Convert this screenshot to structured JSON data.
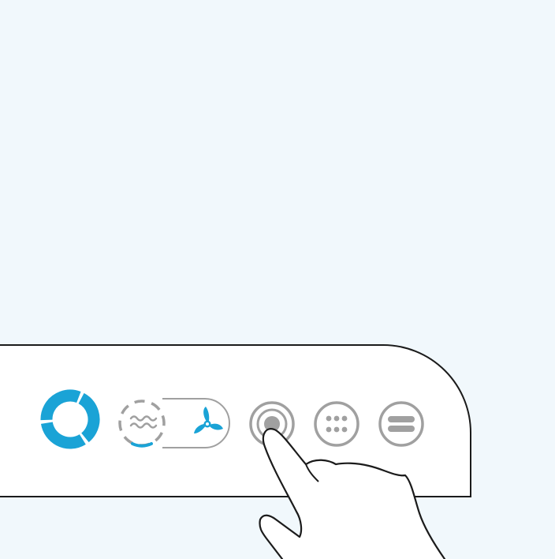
{
  "colors": {
    "background": "#f1f8fc",
    "panel": "#ffffff",
    "outline": "#1b1b1b",
    "accent": "#1aa3d6",
    "inactive": "#a0a0a0"
  },
  "controls": [
    {
      "icon": "power-ring-icon",
      "state": "active"
    },
    {
      "icon": "humidity-waves-icon",
      "state": "inactive"
    },
    {
      "icon": "fan-icon",
      "state": "active"
    },
    {
      "icon": "circle-button-icon",
      "state": "pressed"
    },
    {
      "icon": "dot-grid-icon",
      "state": "inactive"
    },
    {
      "icon": "menu-bars-icon",
      "state": "inactive"
    }
  ],
  "pointer": {
    "icon": "hand-pointer-icon",
    "target": "circle-button-icon"
  }
}
